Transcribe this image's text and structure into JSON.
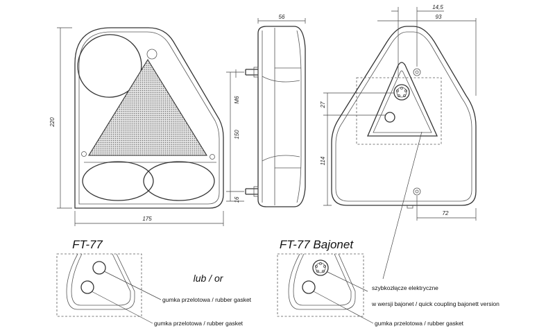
{
  "front_view": {
    "dim_height": "220",
    "dim_width": "175"
  },
  "side_view": {
    "dim_depth": "56",
    "dim_thread": "M6",
    "dim_bolt_spacing": "150",
    "dim_bolt_offset": "16"
  },
  "rear_view": {
    "dim_small": "14,5",
    "dim_93": "93",
    "dim_27": "27",
    "dim_114": "114",
    "dim_72": "72"
  },
  "detail_left": {
    "title": "FT-77",
    "note_upper": "gumka przelotowa / rubber gasket",
    "note_lower": "gumka przelotowa / rubber gasket"
  },
  "separator": "lub / or",
  "detail_right": {
    "title": "FT-77 Bajonet",
    "note_connector_line1": "szybkozłącze elektryczne",
    "note_connector_line2": "w wersji bajonet / quick coupling bajonett version",
    "note_gasket": "gumka przelotowa / rubber gasket"
  }
}
